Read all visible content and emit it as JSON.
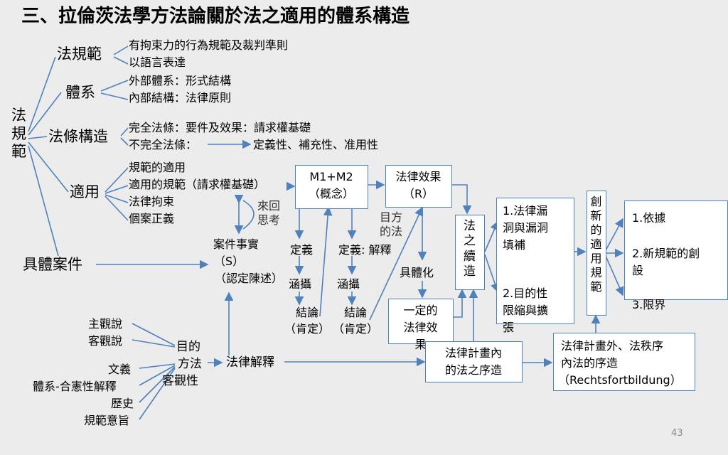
{
  "title": "三、拉倫茨法學方法論關於法之適用的體系構造",
  "root": "法\n規\n範",
  "fagui": {
    "label": "法規範",
    "items": [
      "有拘束力的行為規範及裁判準則",
      "以語言表達"
    ]
  },
  "tixi": {
    "label": "體系",
    "items": [
      "外部體系：形式結構",
      "內部結構：法律原則"
    ]
  },
  "tiaowen": {
    "label": "法條構造",
    "items": [
      "完全法條：要件及效果：請求權基礎",
      "不完全法條："
    ],
    "target": "定義性、補充性、准用性"
  },
  "shiyong": {
    "label": "適用",
    "items": [
      "規範的適用",
      "適用的規範（請求權基礎）",
      "法律拘束",
      "個案正義"
    ]
  },
  "case_label": "具體案件",
  "facts": [
    "案件事實",
    "（S）",
    "（認定陳述）"
  ],
  "back_think": "來回\n思考",
  "m1m2": [
    "M1+M2",
    "（概念）"
  ],
  "effect_r": [
    "法律效果",
    "（R）"
  ],
  "purpose_method": "目方\n的法",
  "def1": "定義",
  "def2": "定義: 解釋",
  "subsume1": "涵攝",
  "subsume2": "涵攝",
  "concl1": [
    "結論",
    "（肯定）"
  ],
  "concl2": [
    "結論",
    "（肯定）"
  ],
  "concretize": "具體化",
  "certain_effect": [
    "一定的",
    "法律效",
    "果"
  ],
  "continuation": "法\n之\n續\n造",
  "gaps": {
    "item1": [
      "1.法律漏",
      "洞與漏洞",
      "填補"
    ],
    "item2": [
      "2.目的性",
      "限縮與擴",
      "張"
    ]
  },
  "creative": "創\n新\n的\n適\n用\n規\n範",
  "basis": {
    "item1": "1.依據",
    "item2": [
      "2.新規範的創",
      "設"
    ],
    "item3": "3.限界"
  },
  "methods": {
    "label": [
      "目的",
      "方法",
      "客觀性"
    ],
    "left_top": [
      "主觀說",
      "客觀說"
    ],
    "left_bottom": [
      "文義",
      "體系-合憲性解釋",
      "歷史",
      "規範意旨"
    ]
  },
  "interpretation": "法律解釋",
  "inside_plan": [
    "法律計畫內",
    "的法之序造"
  ],
  "outside_plan": [
    "法律計畫外、法秩序",
    "內法的序造",
    "（Rechtsfortbildung）"
  ],
  "page_number": "43",
  "colors": {
    "line": "#4f81bd",
    "box_border": "#4f81bd",
    "background": "#ececec"
  }
}
